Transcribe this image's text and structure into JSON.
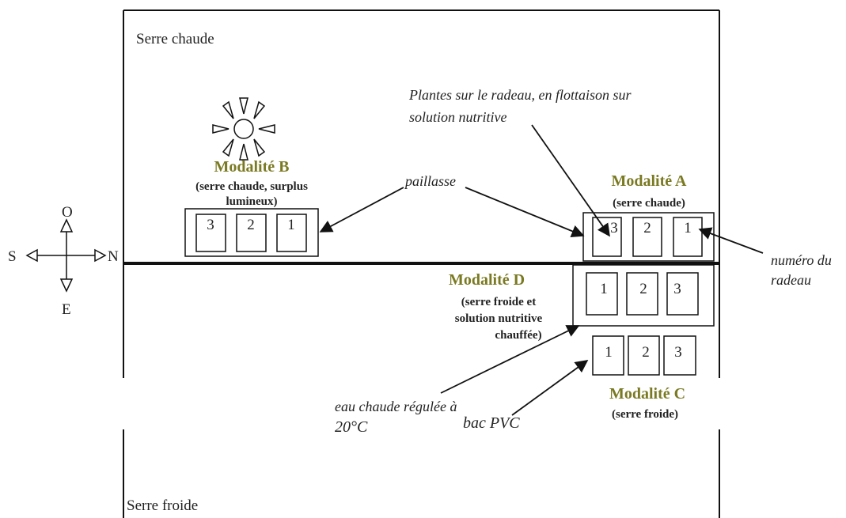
{
  "greenhouses": {
    "warm_label": "Serre chaude",
    "cold_label": "Serre froide"
  },
  "compass": {
    "north": "N",
    "south": "S",
    "east": "E",
    "west": "O"
  },
  "modalities": {
    "a": {
      "title": "Modalité A",
      "line1": "(serre chaude)",
      "raft_numbers": [
        "3",
        "2",
        "1"
      ]
    },
    "b": {
      "title": "Modalité B",
      "line1": "(serre chaude, surplus",
      "line2": "lumineux)",
      "raft_numbers": [
        "3",
        "2",
        "1"
      ]
    },
    "c": {
      "title": "Modalité C",
      "line1": "(serre froide)",
      "raft_numbers": [
        "1",
        "2",
        "3"
      ]
    },
    "d": {
      "title": "Modalité D",
      "line1": "(serre froide et",
      "line2": "solution nutritive",
      "line3": "chauffée)",
      "raft_numbers": [
        "1",
        "2",
        "3"
      ]
    }
  },
  "annotations": {
    "plants_line1": "Plantes sur le radeau, en flottaison sur",
    "plants_line2": "solution nutritive",
    "paillasse": "paillasse",
    "raft_number_line1": "numéro du",
    "raft_number_line2": "radeau",
    "warm_water_line1": "eau chaude régulée à",
    "warm_water_line2": "20°C",
    "pvc_tank": "bac PVC"
  },
  "colors": {
    "modality_title": "#7a7a22",
    "ink": "#222222"
  }
}
